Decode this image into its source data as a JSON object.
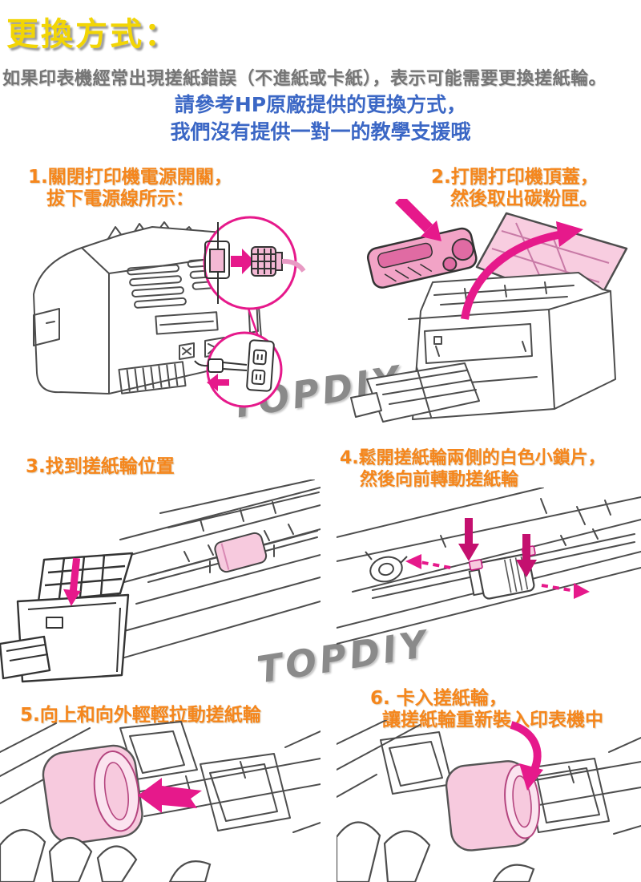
{
  "header": {
    "title": "更換方式：",
    "intro": "如果印表機經常出現搓紙錯誤（不進紙或卡紙），表示可能需要更換搓紙輪。",
    "notice": [
      "請參考HP原廠提供的更換方式，",
      "我們沒有提供一對一的教學支援哦"
    ]
  },
  "watermark": {
    "text": "TOPDIY"
  },
  "steps": [
    {
      "line1": "1.關閉打印機電源開關，",
      "line2": "拔下電源線所示：",
      "illustration": "printer-back-unplug-power"
    },
    {
      "line1": "2.打開打印機頂蓋，",
      "line2": "然後取出碳粉匣。",
      "illustration": "printer-open-top-remove-cartridge"
    },
    {
      "line1": "3.找到搓紙輪位置",
      "line2": "",
      "illustration": "pickup-roller-location"
    },
    {
      "line1": "4.鬆開搓紙輪兩側的白色小鎖片，",
      "line2": "然後向前轉動搓紙輪",
      "illustration": "release-roller-side-latches"
    },
    {
      "line1": "5.向上和向外輕輕拉動搓紙輪",
      "line2": "",
      "illustration": "pull-roller-up-and-out"
    },
    {
      "line1": "6. 卡入搓紙輪，",
      "line2": "讓搓紙輪重新裝入印表機中",
      "illustration": "snap-roller-back-into-printer"
    }
  ],
  "colors": {
    "title_yellow": "#f2d505",
    "intro_gray": "#757575",
    "notice_blue": "#3b67c5",
    "step_orange": "#f5861c",
    "accent_magenta": "#e6198b",
    "arrow_dark_magenta": "#c4106f",
    "pink_fill_light": "#f7cade",
    "pink_fill_mid": "#f2a3c6",
    "line_art_gray": "#4d4d4d",
    "watermark_gray": "#8a8a8a"
  }
}
